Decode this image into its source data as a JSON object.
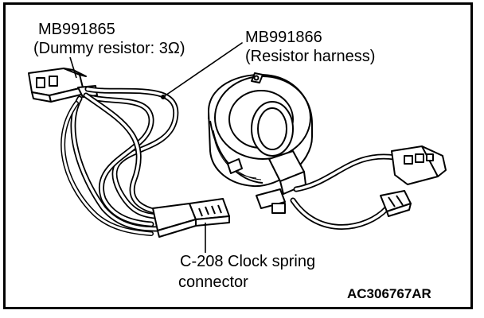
{
  "labels": {
    "dummy_resistor_part": "MB991865",
    "dummy_resistor_desc": "(Dummy resistor: 3Ω)",
    "resistor_harness_part": "MB991866",
    "resistor_harness_desc": "(Resistor harness)",
    "connector_line1": "C-208 Clock spring",
    "connector_line2": "connector"
  },
  "figure_id": "AC306767AR",
  "colors": {
    "ink": "#000000",
    "paper": "#ffffff"
  }
}
